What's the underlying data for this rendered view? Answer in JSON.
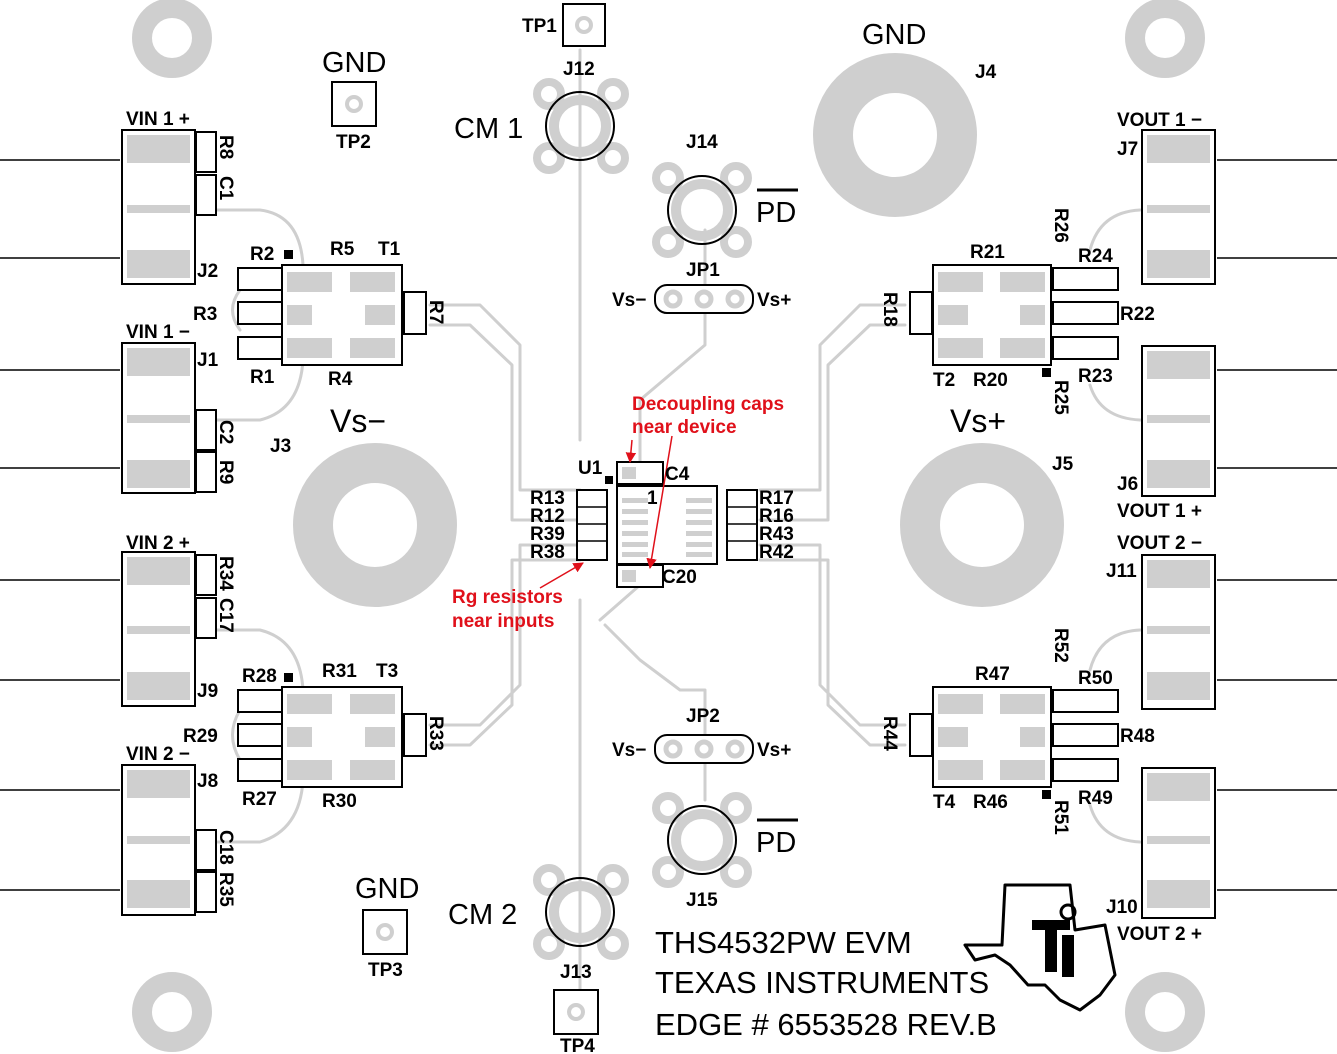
{
  "board": {
    "title": "THS4532PW EVM",
    "maker": "TEXAS INSTRUMENTS",
    "edge": "EDGE # 6553528 REV.B"
  },
  "power": {
    "gnd": "GND",
    "vs_minus": "Vs−",
    "vs_plus": "Vs+",
    "pd": "PD"
  },
  "connectors": {
    "cm1": "CM 1",
    "cm2": "CM 2",
    "j1": "J1",
    "j2": "J2",
    "j3": "J3",
    "j4": "J4",
    "j5": "J5",
    "j6": "J6",
    "j7": "J7",
    "j8": "J8",
    "j9": "J9",
    "j10": "J10",
    "j11": "J11",
    "j12": "J12",
    "j13": "J13",
    "j14": "J14",
    "j15": "J15"
  },
  "io_labels": {
    "vin1_plus": "VIN 1 +",
    "vin1_minus": "VIN 1 −",
    "vin2_plus": "VIN 2 +",
    "vin2_minus": "VIN 2 −",
    "vout1_minus": "VOUT 1 −",
    "vout1_plus": "VOUT 1 +",
    "vout2_minus": "VOUT 2 −",
    "vout2_plus": "VOUT 2 +"
  },
  "testpoints": {
    "tp1": "TP1",
    "tp2": "TP2",
    "tp3": "TP3",
    "tp4": "TP4"
  },
  "jumpers": {
    "jp1": "JP1",
    "jp2": "JP2",
    "vs_minus": "Vs−",
    "vs_plus": "Vs+"
  },
  "ic": {
    "ref": "U1",
    "pin1": "1"
  },
  "resistors": {
    "r1": "R1",
    "r2": "R2",
    "r3": "R3",
    "r4": "R4",
    "r5": "R5",
    "r7": "R7",
    "r8": "R8",
    "r9": "R9",
    "r12": "R12",
    "r13": "R13",
    "r16": "R16",
    "r17": "R17",
    "r18": "R18",
    "r20": "R20",
    "r21": "R21",
    "r22": "R22",
    "r23": "R23",
    "r24": "R24",
    "r25": "R25",
    "r26": "R26",
    "r27": "R27",
    "r28": "R28",
    "r29": "R29",
    "r30": "R30",
    "r31": "R31",
    "r33": "R33",
    "r34": "R34",
    "r35": "R35",
    "r38": "R38",
    "r39": "R39",
    "r42": "R42",
    "r43": "R43",
    "r44": "R44",
    "r46": "R46",
    "r47": "R47",
    "r48": "R48",
    "r49": "R49",
    "r50": "R50",
    "r51": "R51",
    "r52": "R52"
  },
  "capacitors": {
    "c1": "C1",
    "c2": "C2",
    "c4": "C4",
    "c17": "C17",
    "c18": "C18",
    "c20": "C20"
  },
  "transformers": {
    "t1": "T1",
    "t2": "T2",
    "t3": "T3",
    "t4": "T4"
  },
  "annotations": {
    "decoupling_line1": "Decoupling caps",
    "decoupling_line2": "near device",
    "rg_line1": "Rg resistors",
    "rg_line2": "near inputs",
    "color": "#e0101a"
  },
  "colors": {
    "copper": "#cfcfcf",
    "silkscreen": "#000000",
    "board": "#ffffff"
  }
}
